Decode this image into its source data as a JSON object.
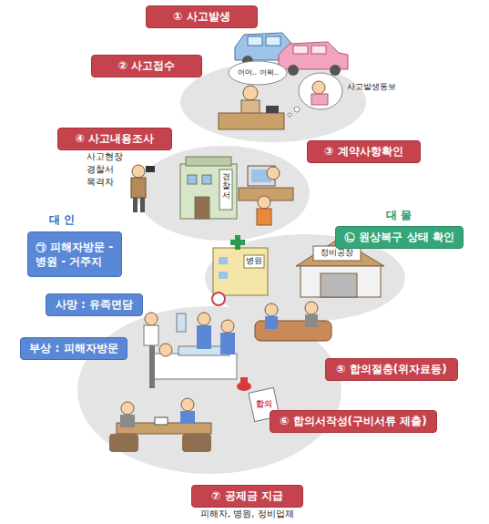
{
  "diagram": {
    "nodes": [
      {
        "text": [
          "① 사고발생"
        ]
      },
      {
        "text": [
          "② 사고접수"
        ]
      },
      {
        "text": [
          "④ 사고내용조사"
        ]
      },
      {
        "text": [
          "③ 계약사항확인"
        ]
      },
      {
        "text": [
          "㉠ 피해자방문 - 병원 - 거주지"
        ]
      },
      {
        "text": [
          "㉡ 원상복구 상태 확인"
        ]
      },
      {
        "text": [
          "사망 : 유족면담"
        ]
      },
      {
        "text": [
          "부상 : 피해자방문"
        ]
      },
      {
        "text": [
          "⑤ 합의절충(위자료등)"
        ]
      },
      {
        "text": [
          "⑥ 합의서작성(구비서류 제출)"
        ]
      },
      {
        "text": [
          "⑦ 공제금 지급"
        ]
      }
    ],
    "labels": [
      "어머.. 어쩌..",
      "사고발생통보",
      "사고현장",
      "경찰서",
      "목격자",
      "경찰서",
      "대 인",
      "대 물",
      "병원",
      "정비공장",
      "합의",
      "피해자, 병원, 정비업체"
    ]
  }
}
